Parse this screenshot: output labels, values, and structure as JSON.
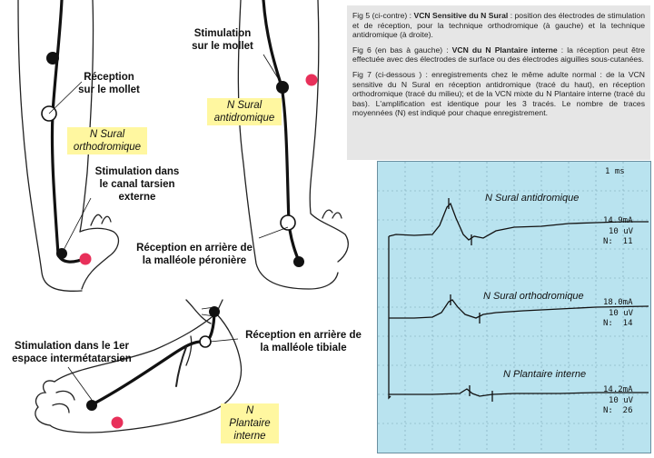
{
  "labels": {
    "reception_mollet": "Réception\nsur le mollet",
    "n_sural_ortho": "N Sural\northodromique",
    "stim_canal_tarsien": "Stimulation dans\nle canal tarsien\nexterne",
    "stim_mollet": "Stimulation\nsur le mollet",
    "n_sural_anti": "N Sural\nantidromique",
    "reception_malleole_peroniere": "Réception en arrière de\nla malléole péronière",
    "stim_1er_espace": "Stimulation  dans le 1er\nespace intermétatarsien",
    "reception_malleole_tibiale": "Réception en arrière de\nla malléole tibiale",
    "n_plantaire": "N  Plantaire\ninterne"
  },
  "caption": {
    "fig5_title": "Fig 5 (ci-contre) : ",
    "fig5_bold": "VCN Sensitive du N Sural",
    "fig5_text": " : position des électrodes de stimulation et de réception, pour la technique orthodromique (à gauche) et la technique antidromique (à droite).",
    "fig6_title": "Fig 6 (en bas à gauche) : ",
    "fig6_bold": "VCN du N Plantaire interne",
    "fig6_text": " : la réception peut être effectuée avec des électrodes de surface ou des électrodes aiguilles sous-cutanées.",
    "fig7_title": "Fig 7 (ci-dessous ) : ",
    "fig7_text": "enregistrements chez le même adulte normal : de la VCN sensitive du N Sural en réception antidromique (tracé du haut), en réception orthodromique (tracé du milieu); et de la VCN mixte du N Plantaire interne (tracé du bas). L'amplification est identique pour les 3 tracés. Le nombre de traces moyennées (N) est indiqué pour chaque enregistrement."
  },
  "scope": {
    "timebase": "1 ms",
    "traces": [
      {
        "title": "N Sural antidromique",
        "latency": "14.9mA",
        "gain": "10 uV",
        "n": "N:  11"
      },
      {
        "title": "N Sural orthodromique",
        "latency": "18.0mA",
        "gain": "10 uV",
        "n": "N:  14"
      },
      {
        "title": "N Plantaire interne",
        "latency": "14.2mA",
        "gain": "10 uV",
        "n": "N:  26"
      }
    ]
  },
  "colors": {
    "caption_bg": "#e6e6e6",
    "scope_bg": "#b9e3ef",
    "highlight": "#fff7a0",
    "stim_dot": "#e8305a"
  }
}
